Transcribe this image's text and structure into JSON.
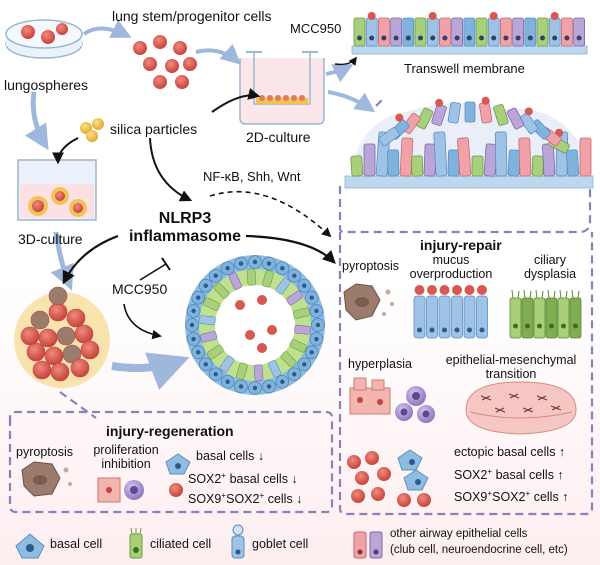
{
  "labels": {
    "lungospheres": "lungospheres",
    "stem_cells": "lung stem/progenitor cells",
    "mcc950_top": "MCC950",
    "transwell": "Transwell membrane",
    "silica": "silica particles",
    "culture_2d": "2D-culture",
    "culture_3d": "3D-culture",
    "pathways": "NF-κB, Shh, Wnt",
    "nlrp3_line1": "NLRP3",
    "nlrp3_line2": "inflammasome",
    "mcc950_mid": "MCC950"
  },
  "injury_repair": {
    "title": "injury-repair",
    "pyroptosis": "pyroptosis",
    "mucus_line1": "mucus",
    "mucus_line2": "overproduction",
    "ciliary_line1": "ciliary",
    "ciliary_line2": "dysplasia",
    "hyperplasia": "hyperplasia",
    "emt_line1": "epithelial-mesenchymal",
    "emt_line2": "transition",
    "ectopic": "ectopic basal cells ↑",
    "sox2_prefix": "SOX2",
    "sox2_rest": " basal cells ↑",
    "sox9_prefix": "SOX9",
    "sox9_mid": "SOX2",
    "sox9_rest": " cells ↑",
    "plus": "+"
  },
  "injury_regeneration": {
    "title": "injury-regeneration",
    "pyroptosis": "pyroptosis",
    "prolif_line1": "proliferation",
    "prolif_line2": "inhibition",
    "basal": "basal cells ↓",
    "sox2_prefix": "SOX2",
    "sox2_rest": " basal cells ↓",
    "sox9_prefix": "SOX9",
    "sox9_mid": "SOX2",
    "sox9_rest": " cells ↓",
    "plus": "+"
  },
  "legend": {
    "basal": "basal cell",
    "ciliated": "ciliated cell",
    "goblet": "goblet cell",
    "other_line1": "other airway epithelial cells",
    "other_line2": "(club cell, neuroendocrine cell, etc)"
  },
  "colors": {
    "arrow_blue": "#9fb7dc",
    "dash_purple": "#8d7fb8",
    "basal_blue": "#7fb3dd",
    "ciliated_green": "#a8cf7a",
    "goblet_blue": "#9fc3e6",
    "other_pink": "#f1a1a8",
    "other_purple": "#b9a6d6",
    "cell_red": "#d9574f",
    "silica_yellow": "#f2c64e",
    "pyroptotic_brown": "#9b7b6b"
  }
}
